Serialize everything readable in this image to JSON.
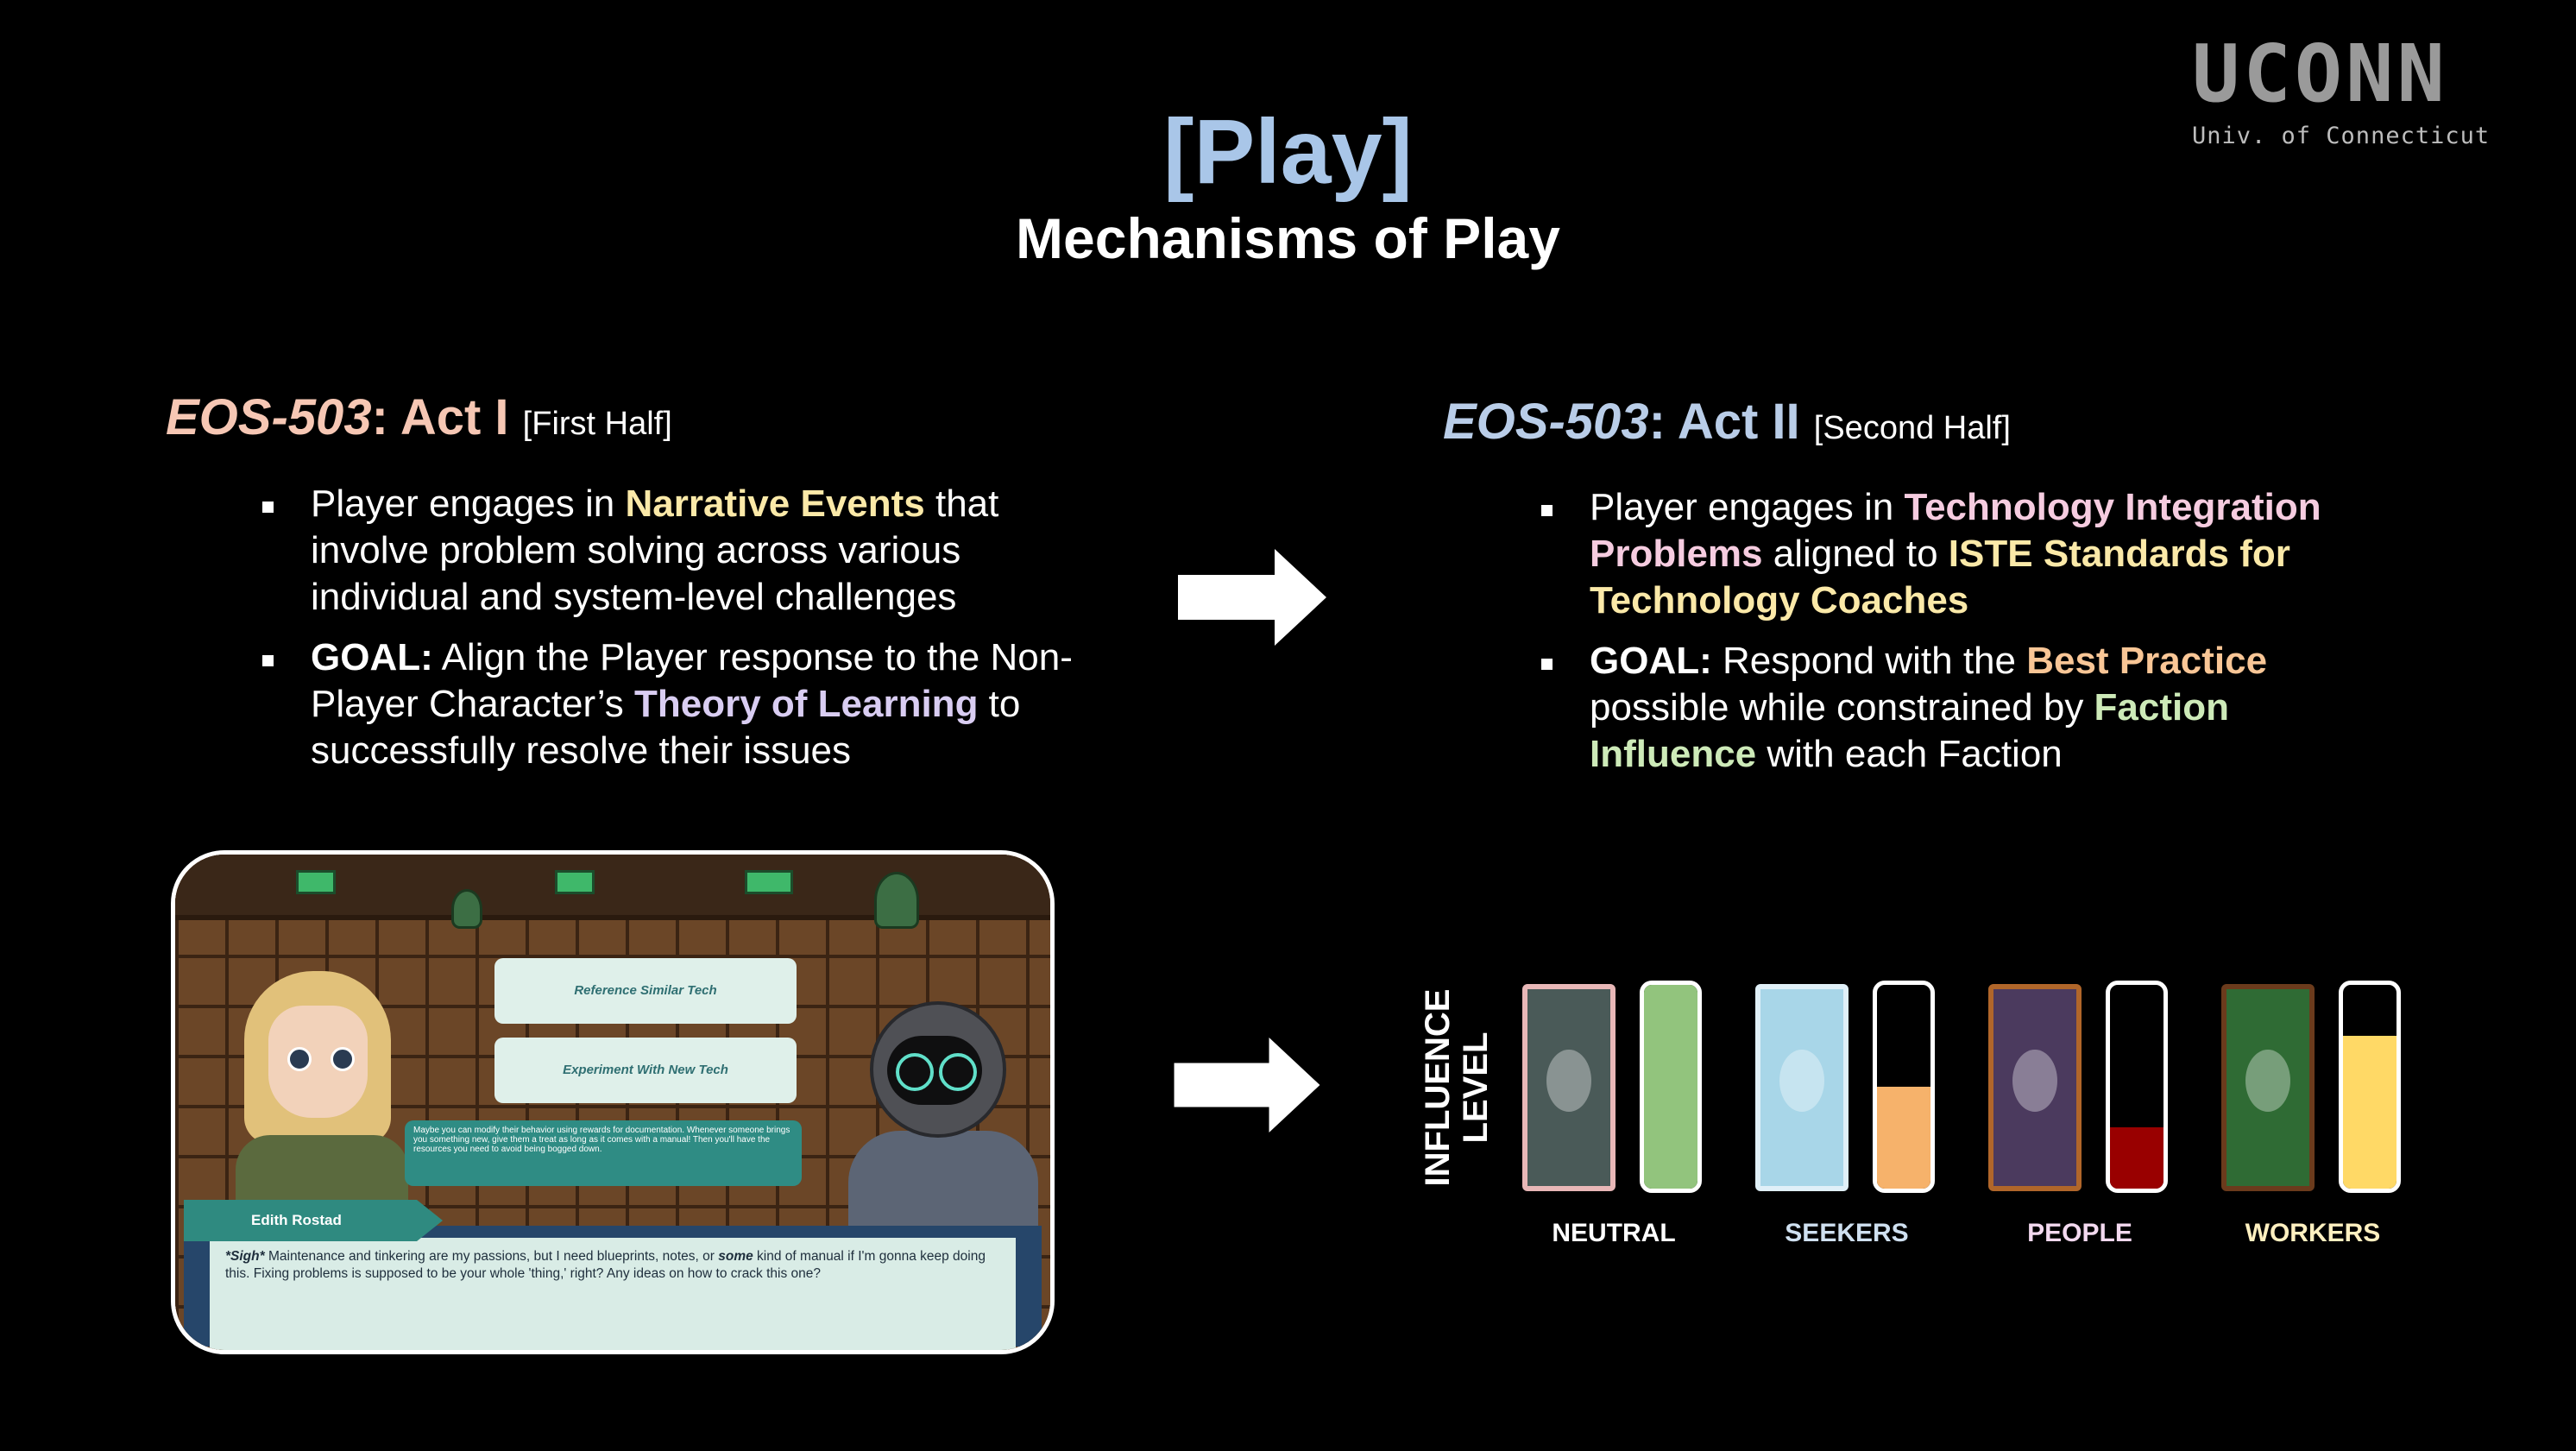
{
  "header": {
    "title": "[Play]",
    "subtitle": "Mechanisms of Play"
  },
  "logo": {
    "name": "UCONN",
    "subname": "Univ. of Connecticut"
  },
  "act1": {
    "code": "EOS-503",
    "label": ": Act I",
    "note": "[First Half]",
    "bullets": [
      {
        "pre": "Player engages in ",
        "hl": "Narrative Events",
        "post": " that involve problem solving across various individual and system-level challenges"
      },
      {
        "lead": "GOAL:",
        "pre": " Align the Player response to the Non-Player Character’s ",
        "hl": "Theory of Learning",
        "post": " to successfully resolve their issues"
      }
    ]
  },
  "act2": {
    "code": "EOS-503",
    "label": ": Act II",
    "note": "[Second Half]",
    "bullets": [
      {
        "pre": "Player engages in ",
        "hl": "Technology Integration Problems",
        "mid": " aligned to ",
        "hl2": "ISTE Standards for Technology Coaches"
      },
      {
        "lead": "GOAL:",
        "pre": " Respond with the ",
        "hl": "Best Practice",
        "mid": " possible while constrained by ",
        "hl2": "Faction Influence",
        "post": " with each Faction"
      }
    ]
  },
  "game": {
    "choice1": "Reference Similar Tech",
    "choice2": "Experiment With New Tech",
    "hint": "Maybe you can modify their behavior using rewards for documentation. Whenever someone brings you something new, give them a treat as long as it comes with a manual! Then you'll have the resources you need to avoid being bogged down.",
    "speaker": "Edith Rostad",
    "dialog_sigh": "*Sigh*",
    "dialog_a": " Maintenance and tinkering are my passions, but I need blueprints, notes, or ",
    "dialog_em": "some",
    "dialog_b": " kind of manual if I'm gonna keep doing this. Fixing problems is supposed to be your whole 'thing,' right? Any ideas on how to crack this one?"
  },
  "influence": {
    "axis_label_1": "INFLUENCE",
    "axis_label_2": "LEVEL",
    "factions": [
      {
        "name": "NEUTRAL",
        "level": 1.0,
        "fill_color": "#92c47d",
        "card_color": "#4a5a58",
        "card_border": "#e8b7b7",
        "label_color": "#ffffff"
      },
      {
        "name": "SEEKERS",
        "level": 0.5,
        "fill_color": "#f6b26b",
        "card_color": "#a8d6e8",
        "card_border": "#e0f0f8",
        "label_color": "#cfe0f0"
      },
      {
        "name": "PEOPLE",
        "level": 0.3,
        "fill_color": "#990000",
        "card_color": "#4b3a5e",
        "card_border": "#b0662a",
        "label_color": "#f3d9ef"
      },
      {
        "name": "WORKERS",
        "level": 0.75,
        "fill_color": "#ffd966",
        "card_color": "#2f6b34",
        "card_border": "#6b3b1c",
        "label_color": "#fff0c0"
      }
    ]
  }
}
